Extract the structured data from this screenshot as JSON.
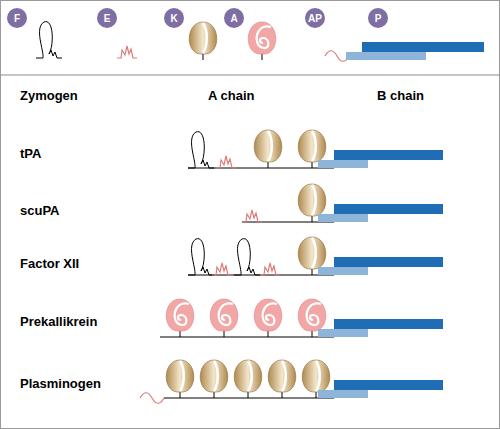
{
  "diagram": {
    "nodes": [
      {
        "text": [
          "F"
        ]
      },
      {
        "text": [
          "E"
        ]
      },
      {
        "text": [
          "K"
        ]
      },
      {
        "text": [
          "A"
        ]
      },
      {
        "text": [
          "AP"
        ]
      },
      {
        "text": [
          "P"
        ]
      }
    ],
    "labels": [
      "Zymogen",
      "A chain",
      "B chain",
      "tPA",
      "scuPA",
      "Factor XII",
      "Prekallikrein",
      "Plasminogen"
    ]
  }
}
